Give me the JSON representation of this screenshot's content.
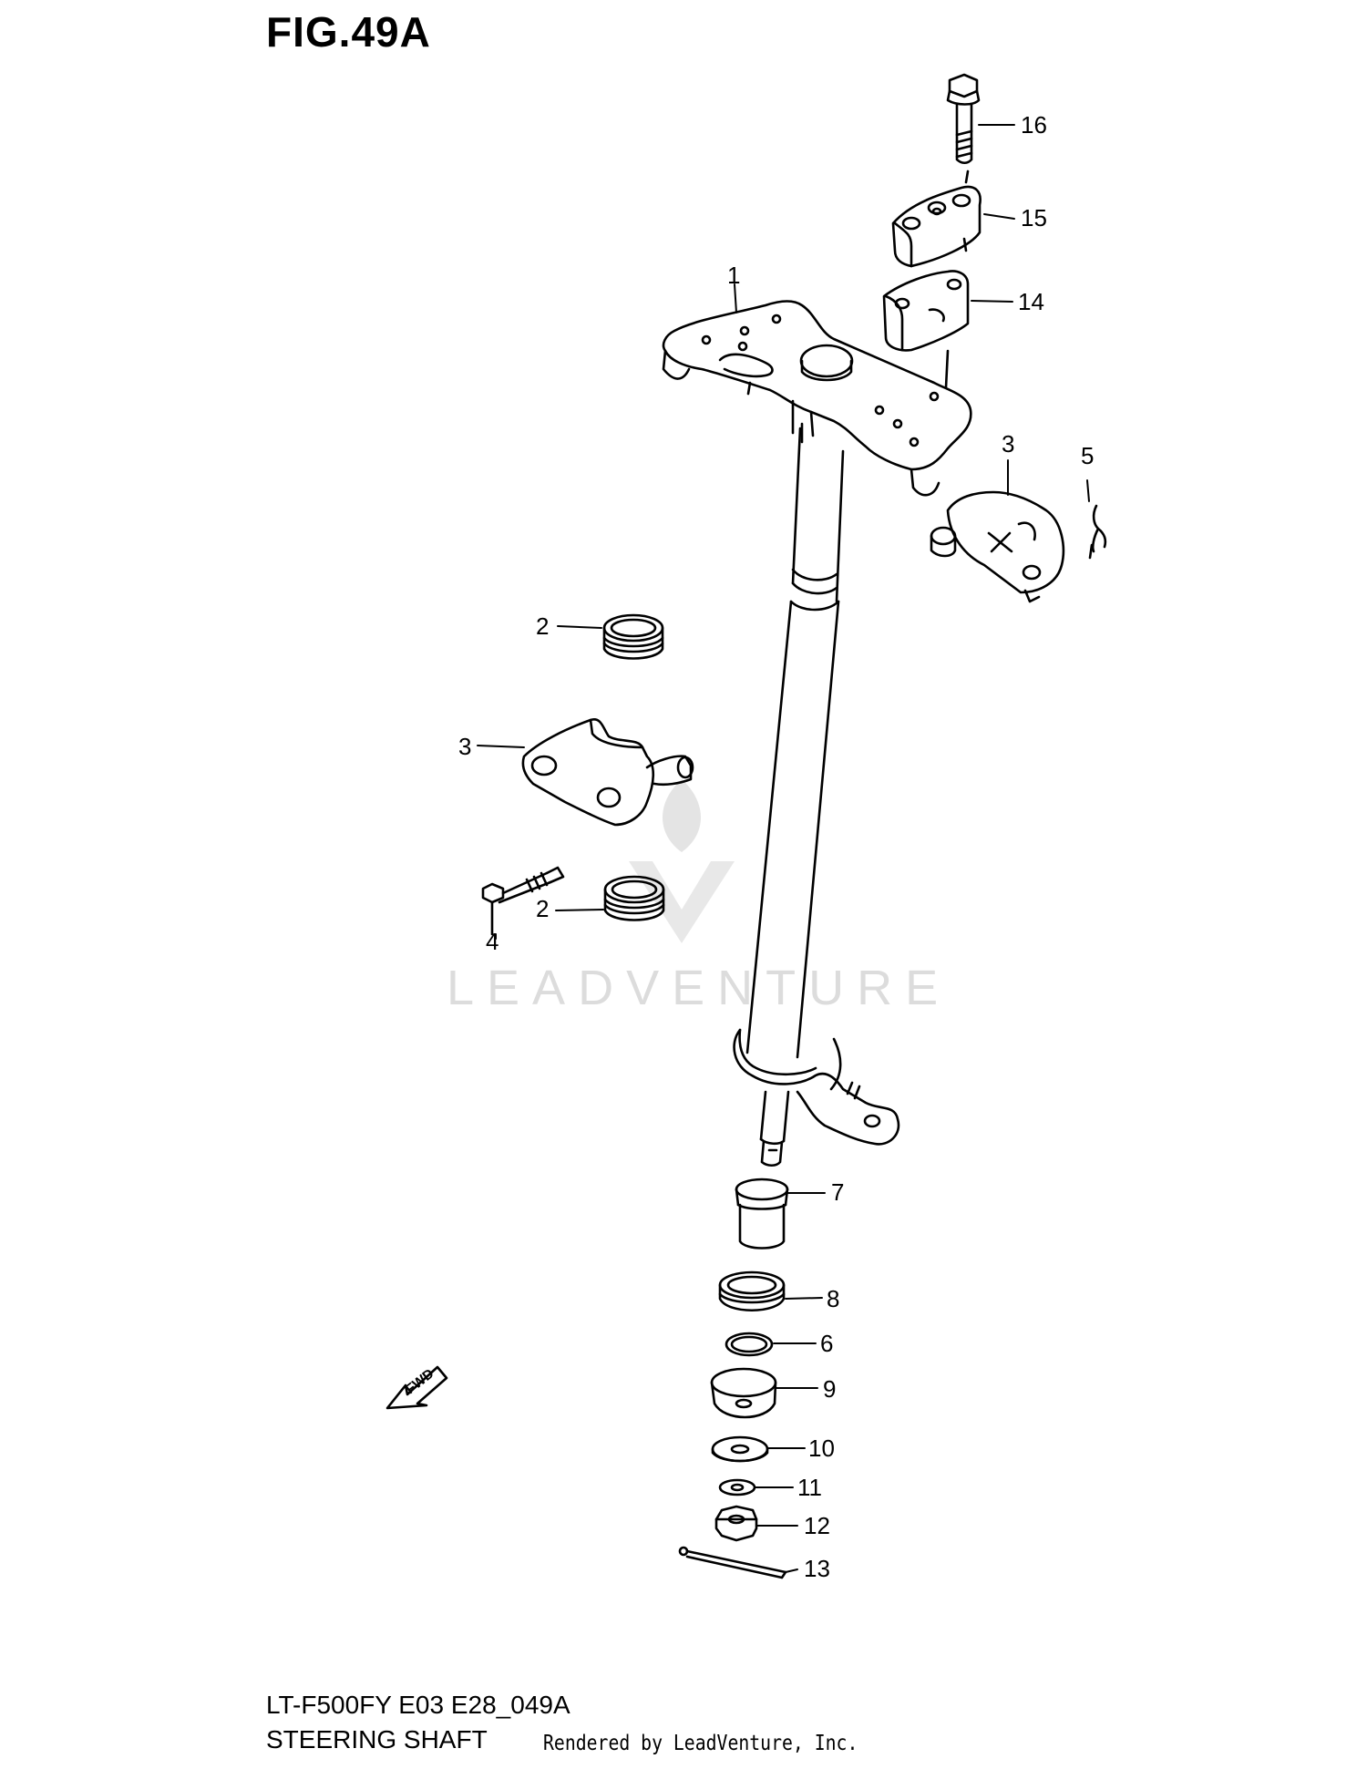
{
  "figure": {
    "title": "FIG.49A"
  },
  "callouts": [
    "1",
    "2",
    "2",
    "3",
    "3",
    "4",
    "5",
    "6",
    "7",
    "8",
    "9",
    "10",
    "11",
    "12",
    "13",
    "14",
    "15",
    "16"
  ],
  "watermark": {
    "text": "LEADVENTURE"
  },
  "fwd_arrow": {
    "label": "FWD"
  },
  "footer": {
    "model": "LT-F500FY E03 E28_049A",
    "name": "STEERING SHAFT",
    "credit": "Rendered by LeadVenture, Inc."
  },
  "colors": {
    "line": "#000000",
    "background": "#ffffff",
    "watermark": "#dcdcdc"
  }
}
